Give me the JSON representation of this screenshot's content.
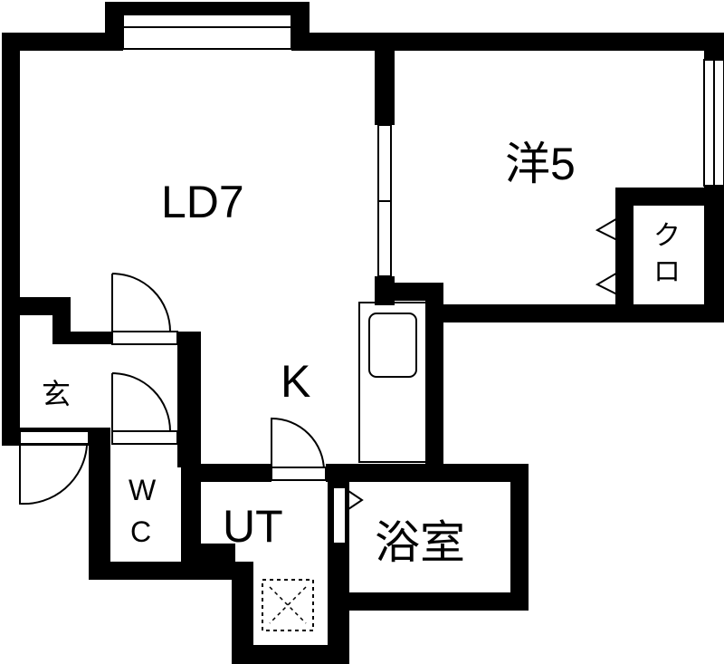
{
  "floor_plan": {
    "rooms": {
      "ld": "LD7",
      "western_room": "洋5",
      "closet_line1": "ク",
      "closet_line2": "ロ",
      "kitchen": "K",
      "entrance": "玄",
      "wc_line1": "W",
      "wc_line2": "C",
      "utility": "UT",
      "bathroom": "浴室"
    },
    "colors": {
      "wall": "#000000",
      "background": "#ffffff"
    }
  }
}
